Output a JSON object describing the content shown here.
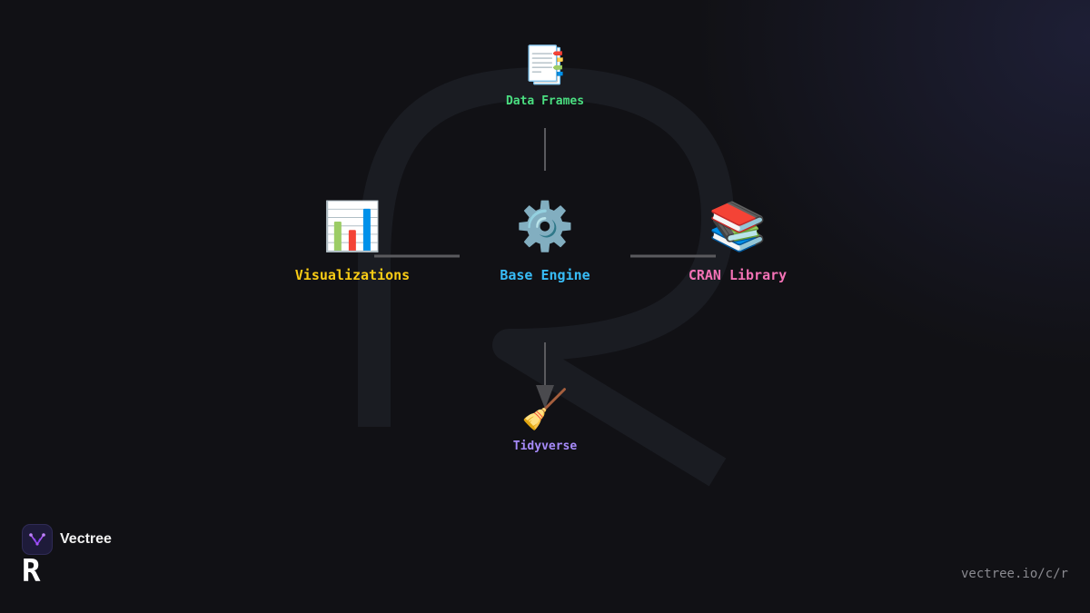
{
  "nodes": {
    "data_frames": {
      "label": "Data Frames",
      "icon": "📑",
      "icon_name": "bookmark-tabs-icon",
      "color": "#4ade80"
    },
    "base_engine": {
      "label": "Base Engine",
      "icon": "⚙️",
      "icon_name": "gear-icon",
      "color": "#38bdf8"
    },
    "visualizations": {
      "label": "Visualizations",
      "icon": "📊",
      "icon_name": "bar-chart-icon",
      "color": "#facc15"
    },
    "cran_library": {
      "label": "CRAN Library",
      "icon": "📚",
      "icon_name": "books-icon",
      "color": "#f472b6"
    },
    "tidyverse": {
      "label": "Tidyverse",
      "icon": "🧹",
      "icon_name": "broom-icon",
      "color": "#a78bfa"
    }
  },
  "edges": [
    {
      "from": "data_frames",
      "to": "base_engine",
      "arrow": false
    },
    {
      "from": "visualizations",
      "to": "base_engine",
      "arrow": false
    },
    {
      "from": "base_engine",
      "to": "cran_library",
      "arrow": false
    },
    {
      "from": "base_engine",
      "to": "tidyverse",
      "arrow": true
    }
  ],
  "background": {
    "watermark_letter": "R",
    "base_color": "#111115"
  },
  "brand": {
    "name": "Vectree",
    "mark": "R"
  },
  "footer": {
    "url": "vectree.io/c/r"
  }
}
